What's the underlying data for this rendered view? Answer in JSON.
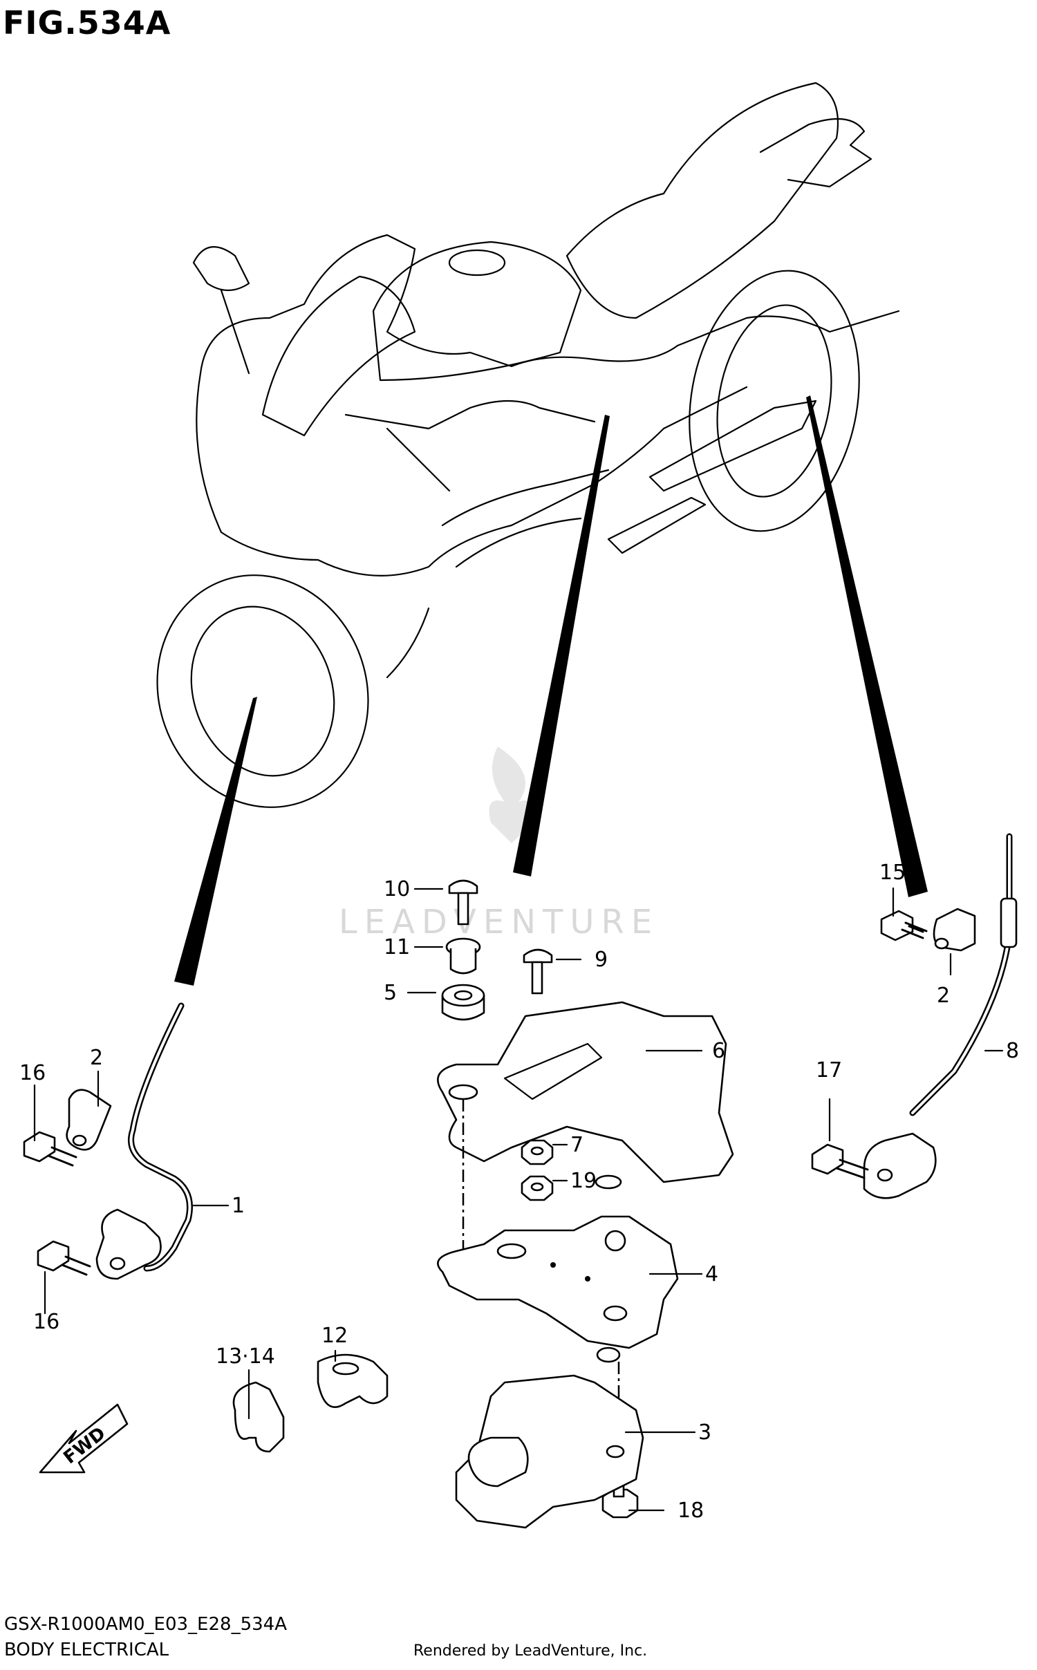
{
  "figure_title": "FIG.534A",
  "model_code": "GSX-R1000AM0_E03_E28_534A",
  "section_title": "BODY ELECTRICAL",
  "rendered_by": "Rendered by LeadVenture, Inc.",
  "watermark": "LEADVENTURE",
  "fwd_label": "FWD",
  "callouts": {
    "c1": "1",
    "c2a": "2",
    "c2b": "2",
    "c3": "3",
    "c4": "4",
    "c5": "5",
    "c6": "6",
    "c7": "7",
    "c8": "8",
    "c9": "9",
    "c10": "10",
    "c11": "11",
    "c12": "12",
    "c13_14": "13·14",
    "c15": "15",
    "c16a": "16",
    "c16b": "16",
    "c17": "17",
    "c18": "18",
    "c19": "19"
  }
}
